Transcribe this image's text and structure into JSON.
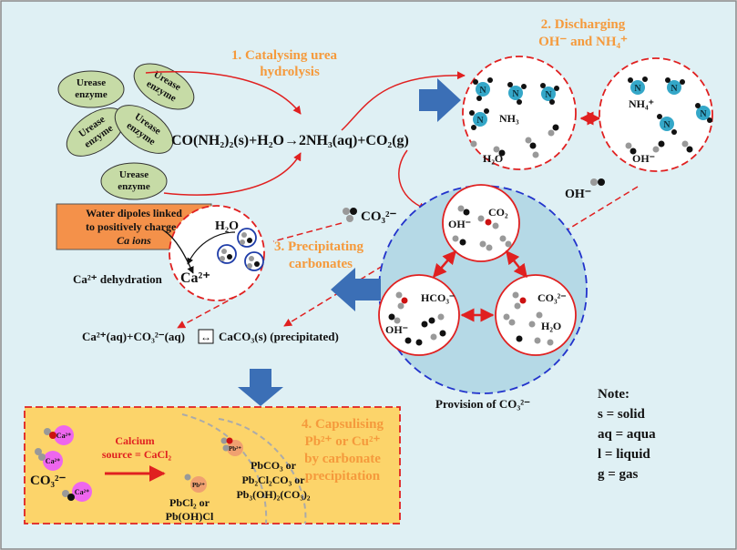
{
  "colors": {
    "background": "#dff0f4",
    "enzyme_fill": "#c6dba6",
    "accent_orange": "#f59a3c",
    "arrow_red": "#e02020",
    "arrow_blue": "#3b6fb6",
    "circle_blue": "#b5d9e6",
    "capsule_fill": "#fcd46a",
    "label_box": "#f4914a",
    "nitrogen": "#34a7c8",
    "ca_pink": "#ee66ee"
  },
  "steps": {
    "step1_line1": "1. Catalysing urea",
    "step1_line2": "hydrolysis",
    "step2_line1": "2. Discharging",
    "step2_line2": "OH⁻ and NH₄⁺",
    "step3_line1": "3. Precipitating",
    "step3_line2": "carbonates",
    "step4_line1": "4. Capsulising",
    "step4_line2": "Pb²⁺ or Cu²⁺",
    "step4_line3": "by carbonate",
    "step4_line4": "precipitation"
  },
  "enzymes": [
    {
      "line1": "Urease",
      "line2": "enzyme"
    },
    {
      "line1": "Urease",
      "line2": "enzyme"
    },
    {
      "line1": "Urease",
      "line2": "enzyme"
    },
    {
      "line1": "Urease",
      "line2": "enzyme"
    },
    {
      "line1": "Urease",
      "line2": "enzyme"
    }
  ],
  "reactions": {
    "urea": "CO(NH₂)₂(s)+H₂O→2NH₃(aq)+CO₂(g)",
    "carbonate": "Ca²⁺(aq)+CO₃²⁻(aq)",
    "carbonate_arrow": "↔",
    "carbonate_product": "CaCO₃(s) (precipitated)"
  },
  "labels": {
    "nh3": "NH₃",
    "h2o": "H₂O",
    "oh": "OH⁻",
    "nh4": "NH₄⁺",
    "n": "N",
    "oh_free": "OH⁻",
    "co3_free": "CO₃²⁻",
    "water_box_line1": "Water dipoles linked",
    "water_box_line2": "to  positively charged",
    "water_box_line3": "Ca ions",
    "ca_h2o": "H₂O",
    "ca_ion": "Ca²⁺",
    "ca_dehydration": "Ca²⁺ dehydration",
    "c1_oh": "OH⁻",
    "c1_co2": "CO₂",
    "c2_hco3": "HCO₃⁻",
    "c2_oh": "OH⁻",
    "c3_co3": "CO₃²⁻",
    "c3_h2o": "H₂O",
    "provision": "Provision of CO₃²⁻",
    "ca_small": "Ca²⁺",
    "co3_big": "CO₃²⁻",
    "calcium_source_line1": "Calcium",
    "calcium_source_line2": "source = CaCl₂",
    "pb_small": "Pb²⁺",
    "pbcl_line1": "PbCl₂ or",
    "pbcl_line2": "Pb(OH)Cl",
    "pbco3_line1": "PbCO₃ or",
    "pbco3_line2": "Pb₂Cl₂CO₃ or",
    "pbco3_line3": "Pb₃(OH)₂(CO₃)₂"
  },
  "note": {
    "title": "Note:",
    "items": [
      "s = solid",
      "aq = aqua",
      "l = liquid",
      "g = gas"
    ]
  }
}
